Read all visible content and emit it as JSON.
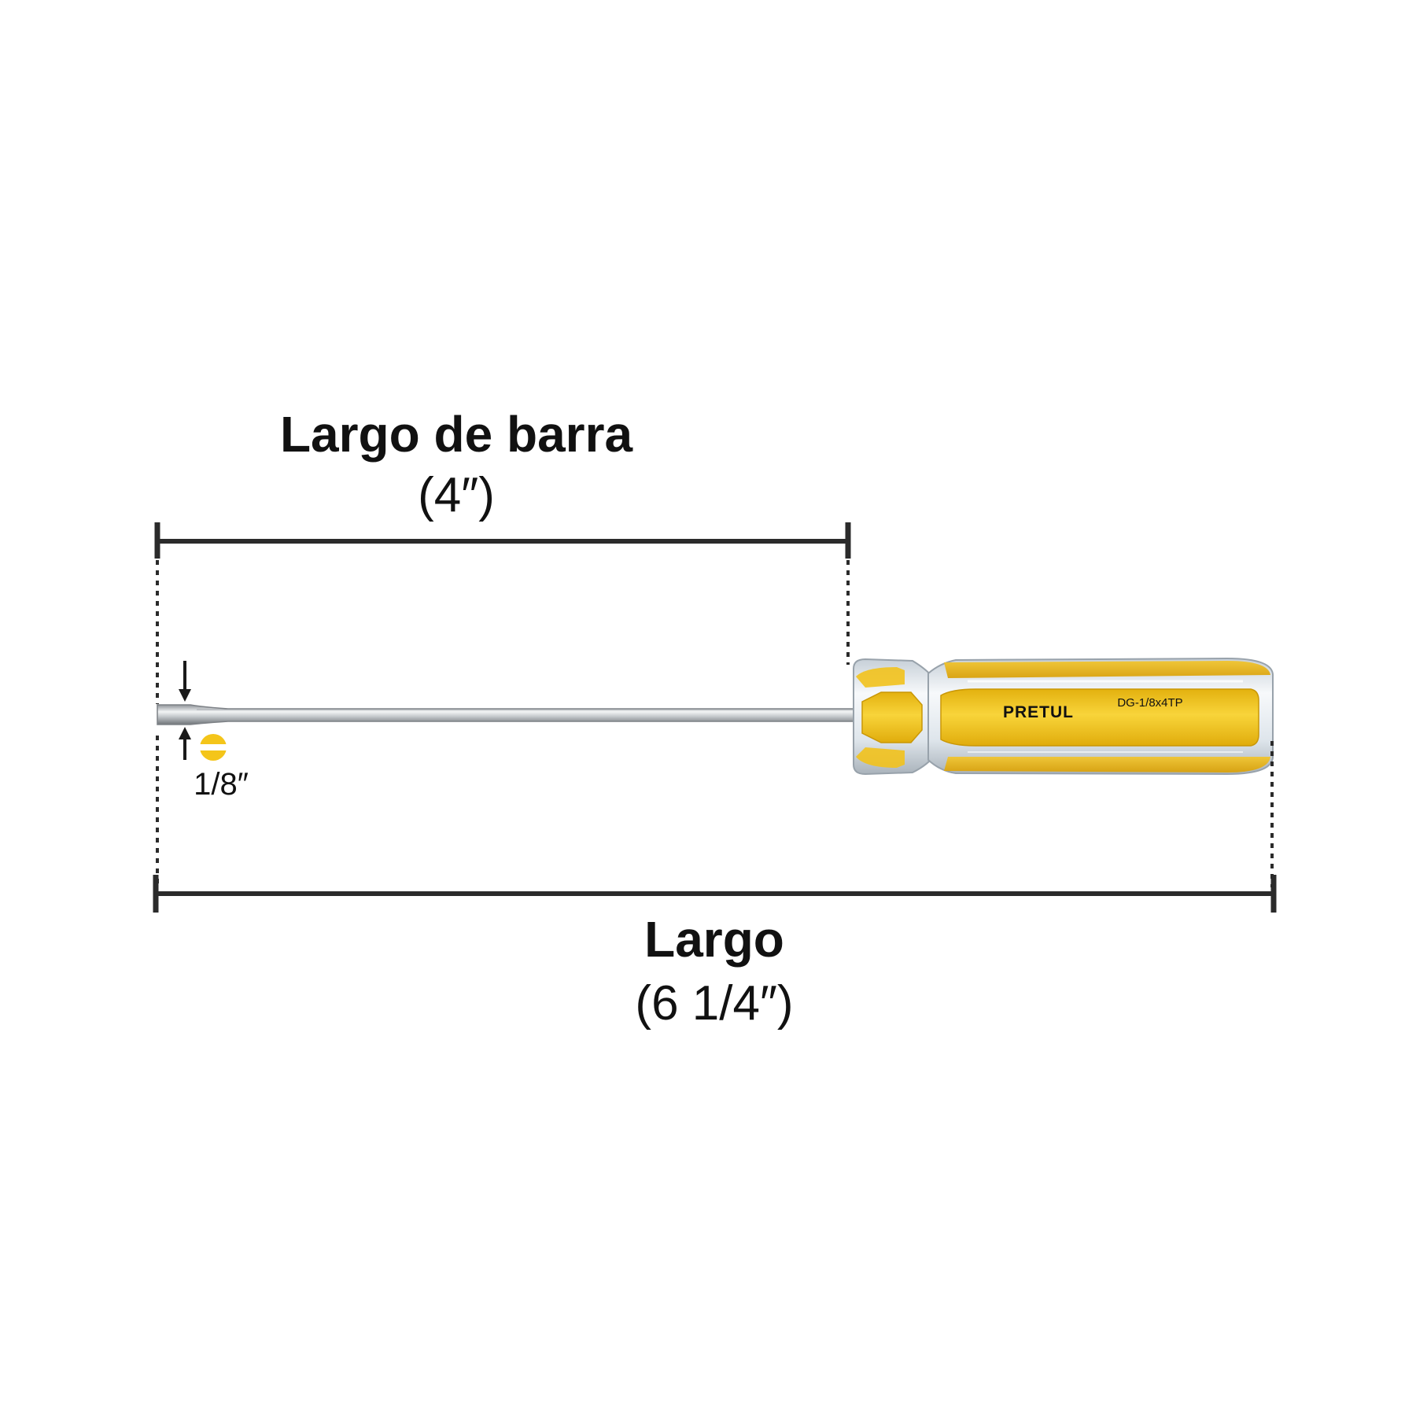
{
  "dimensions": {
    "shaft_length": {
      "label": "Largo de barra",
      "value": "(4″)"
    },
    "overall_length": {
      "label": "Largo",
      "value": "(6 1/4″)"
    },
    "tip_width": {
      "value": "1/8″"
    }
  },
  "product": {
    "brand": "PRETUL",
    "model": "DG-1/8x4TP"
  },
  "colors": {
    "handle_yellow": "#f4c51a",
    "handle_clear": "#dfe7ee",
    "shaft_steel": "#c9cdd1",
    "dimension_line": "#2b2b2b",
    "tip_icon": "#f4c51a"
  },
  "icons": [
    "arrow-down-icon",
    "arrow-up-icon",
    "slotted-tip-icon"
  ]
}
